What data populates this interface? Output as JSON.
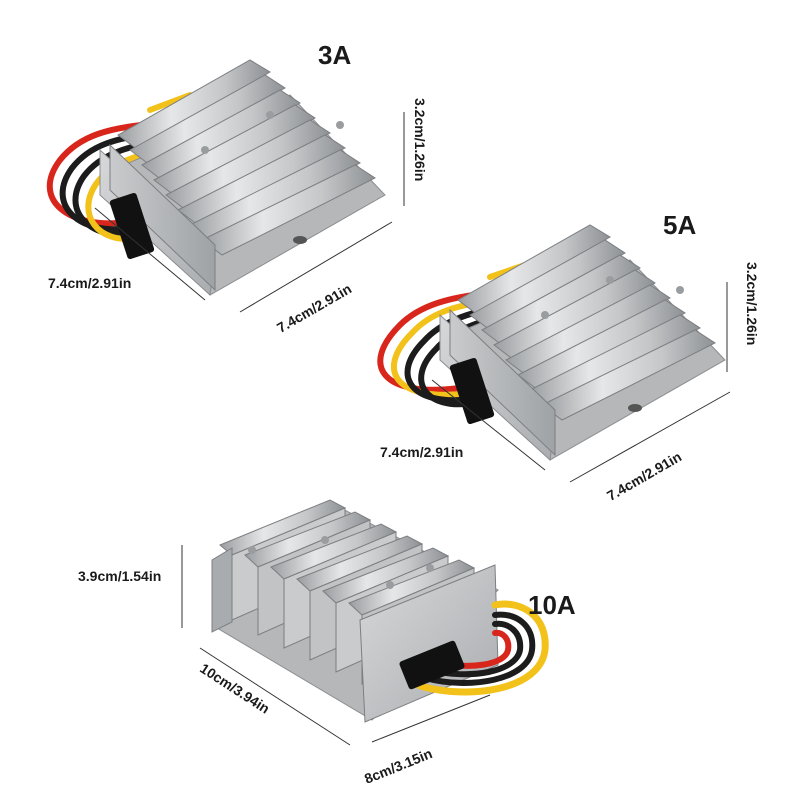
{
  "products": [
    {
      "rating": "3A",
      "height_label": "3.2cm/1.26in",
      "length_label": "7.4cm/2.91in",
      "width_label": "7.4cm/2.91in"
    },
    {
      "rating": "5A",
      "height_label": "3.2cm/1.26in",
      "length_label": "7.4cm/2.91in",
      "width_label": "7.4cm/2.91in"
    },
    {
      "rating": "10A",
      "height_label": "3.9cm/1.54in",
      "length_label": "10cm/3.94in",
      "width_label": "8cm/3.15in"
    }
  ],
  "colors": {
    "background": "#ffffff",
    "aluminum_light": "#d9dadb",
    "aluminum_mid": "#b9bbbd",
    "aluminum_dark": "#8c8f92",
    "wire_red": "#d9261c",
    "wire_black": "#1c1c1c",
    "wire_yellow": "#f2c21b",
    "grommet": "#111111"
  }
}
